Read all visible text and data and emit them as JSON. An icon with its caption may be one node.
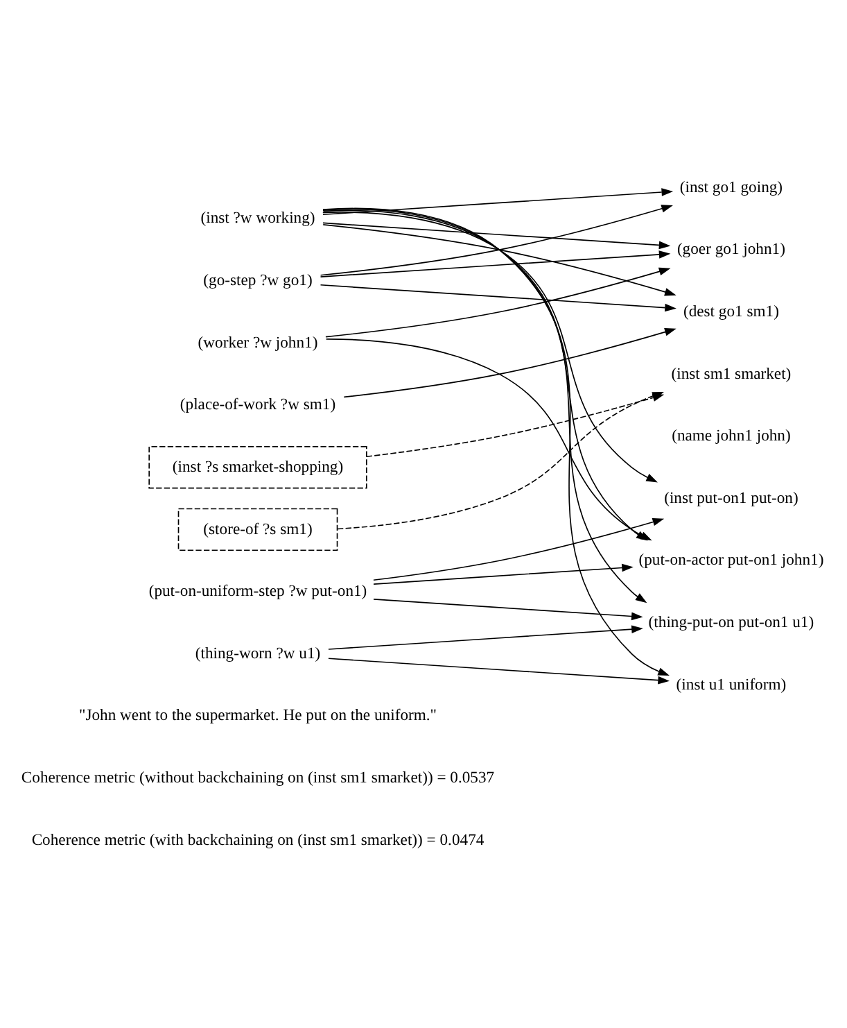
{
  "diagram": {
    "nodes": [
      {
        "text": [
          "(inst ?w working)"
        ]
      },
      {
        "text": [
          "(go-step ?w go1)"
        ]
      },
      {
        "text": [
          "(worker ?w john1)"
        ]
      },
      {
        "text": [
          "(place-of-work ?w sm1)"
        ]
      },
      {
        "text": [
          "(inst ?s smarket-shopping)"
        ]
      },
      {
        "text": [
          "(store-of ?s sm1)"
        ]
      },
      {
        "text": [
          "(put-on-uniform-step ?w put-on1)"
        ]
      },
      {
        "text": [
          "(thing-worn ?w u1)"
        ]
      },
      {
        "text": [
          "(inst go1 going)"
        ]
      },
      {
        "text": [
          "(goer go1 john1)"
        ]
      },
      {
        "text": [
          "(dest go1 sm1)"
        ]
      },
      {
        "text": [
          "(inst sm1 smarket)"
        ]
      },
      {
        "text": [
          "(name john1 john)"
        ]
      },
      {
        "text": [
          "(inst put-on1 put-on)"
        ]
      },
      {
        "text": [
          "(put-on-actor put-on1 john1)"
        ]
      },
      {
        "text": [
          "(thing-put-on put-on1 u1)"
        ]
      },
      {
        "text": [
          "(inst u1 uniform)"
        ]
      }
    ],
    "edges": [
      {
        "from": 0,
        "to": 8,
        "arrow": "to"
      },
      {
        "from": 0,
        "to": 9,
        "arrow": "to"
      },
      {
        "from": 0,
        "to": 10,
        "arrow": "to"
      },
      {
        "from": 0,
        "to": 13,
        "arrow": "to"
      },
      {
        "from": 0,
        "to": 14,
        "arrow": "to"
      },
      {
        "from": 0,
        "to": 15,
        "arrow": "to"
      },
      {
        "from": 0,
        "to": 16,
        "arrow": "to"
      },
      {
        "from": 1,
        "to": 8,
        "arrow": "to"
      },
      {
        "from": 1,
        "to": 9,
        "arrow": "to"
      },
      {
        "from": 1,
        "to": 10,
        "arrow": "to"
      },
      {
        "from": 2,
        "to": 9,
        "arrow": "to"
      },
      {
        "from": 2,
        "to": 14,
        "arrow": "to"
      },
      {
        "from": 3,
        "to": 10,
        "arrow": "to"
      },
      {
        "from": 4,
        "to": 11,
        "arrow": "to",
        "style": "dashed"
      },
      {
        "from": 5,
        "to": 11,
        "arrow": "to",
        "style": "dashed"
      },
      {
        "from": 6,
        "to": 13,
        "arrow": "to"
      },
      {
        "from": 6,
        "to": 14,
        "arrow": "to"
      },
      {
        "from": 6,
        "to": 15,
        "arrow": "to"
      },
      {
        "from": 7,
        "to": 15,
        "arrow": "to"
      },
      {
        "from": 7,
        "to": 16,
        "arrow": "to"
      }
    ],
    "labels": [
      "\"John went to the supermarket. He put on the uniform.\"",
      "Coherence metric (without backchaining on (inst sm1 smarket)) = 0.0537",
      "Coherence metric (with backchaining on (inst sm1 smarket)) = 0.0474"
    ]
  }
}
